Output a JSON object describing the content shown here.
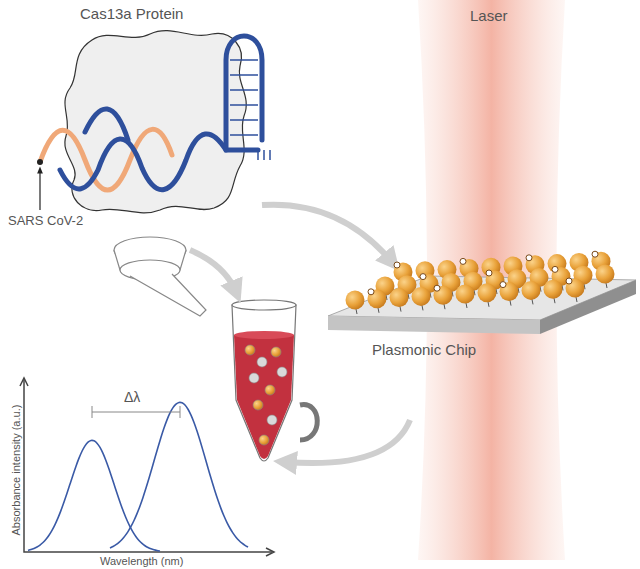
{
  "diagram": {
    "labels": [
      "Cas13a Protein",
      "Laser",
      "SARS CoV-2",
      "Plasmonic Chip",
      "Δλ",
      "Absorbance intensity (a.u.)",
      "Wavelength (nm)"
    ]
  }
}
